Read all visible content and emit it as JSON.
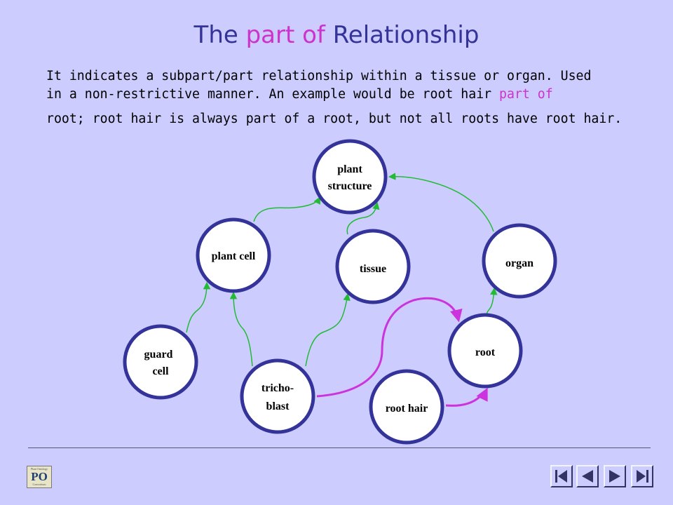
{
  "title": {
    "part1": "The ",
    "highlight": "part of",
    "part2": " Relationship"
  },
  "description": {
    "line1": "It indicates a subpart/part relationship within a tissue or organ. Used",
    "line2_a": "in a non-restrictive manner. An example would be root hair ",
    "line2_highlight": "part of",
    "line3": "root; root hair is always part of a root, but not all roots have root hair."
  },
  "colors": {
    "background": "#ccccff",
    "title": "#333399",
    "highlight": "#cc33cc",
    "node_border": "#333399",
    "arrow_green": "#22bb33",
    "arrow_magenta": "#cc33dd"
  },
  "diagram": {
    "nodes": {
      "plant_structure": [
        "plant",
        "structure"
      ],
      "plant_cell": [
        "plant cell"
      ],
      "tissue": [
        "tissue"
      ],
      "organ": [
        "organ"
      ],
      "guard_cell": [
        "guard",
        "cell"
      ],
      "tricho_blast": [
        "tricho-",
        "blast"
      ],
      "root_hair": [
        "root hair"
      ],
      "root": [
        "root"
      ]
    },
    "edges": [
      {
        "from": "plant_cell",
        "to": "plant_structure",
        "type": "part of"
      },
      {
        "from": "tissue",
        "to": "plant_structure",
        "type": "part of"
      },
      {
        "from": "organ",
        "to": "plant_structure",
        "type": "part of"
      },
      {
        "from": "guard_cell",
        "to": "plant_cell",
        "type": "part of"
      },
      {
        "from": "tricho_blast",
        "to": "plant_cell",
        "type": "part of"
      },
      {
        "from": "tricho_blast",
        "to": "tissue",
        "type": "part of"
      },
      {
        "from": "root",
        "to": "organ",
        "type": "part of"
      },
      {
        "from": "tricho_blast",
        "to": "root",
        "type": "highlighted part of"
      },
      {
        "from": "root_hair",
        "to": "root",
        "type": "highlighted part of"
      }
    ]
  },
  "logo": {
    "small_top": "Plant Ontology",
    "letters": "PO",
    "small_bottom": "Consortium"
  },
  "navigation": {
    "buttons": [
      "first-slide-icon",
      "previous-slide-icon",
      "next-slide-icon",
      "last-slide-icon"
    ]
  }
}
